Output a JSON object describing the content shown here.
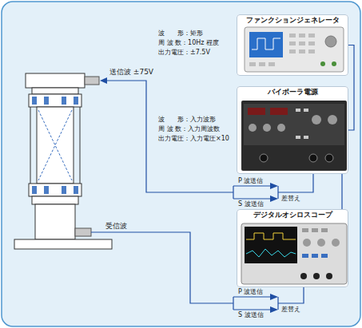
{
  "diagram": {
    "nodes": [
      {
        "text": [
          "ファンクションジェネレータ"
        ]
      },
      {
        "text": [
          "バイポーラ電源"
        ]
      },
      {
        "text": [
          "デジタルオシロスコープ"
        ]
      }
    ],
    "edges": [
      {
        "from": 0,
        "to": 1,
        "arrow": "none"
      },
      {
        "from": 1,
        "to": 2,
        "arrow": "none"
      }
    ],
    "labels": [
      "送信波 ±75V",
      "受信波",
      "波　　形：矩形",
      "周 波 数：10Hz 程度",
      "出力電圧：±7.5V",
      "波　　形：入力波形",
      "周 波 数：入力周波数",
      "出力電圧：入力電圧×10",
      "P 波送信",
      "S 波送信",
      "差替え",
      "P 波送信",
      "S 波送信",
      "差替え"
    ]
  }
}
